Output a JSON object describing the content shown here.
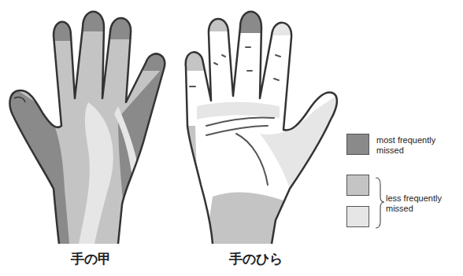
{
  "diagram": {
    "labels": [
      "手の甲",
      "手のひら"
    ],
    "legend": [
      {
        "text": "most frequently missed",
        "color": "#8a8a8a"
      },
      {
        "text": "less frequently missed",
        "color": "#c4c4c4"
      }
    ]
  }
}
